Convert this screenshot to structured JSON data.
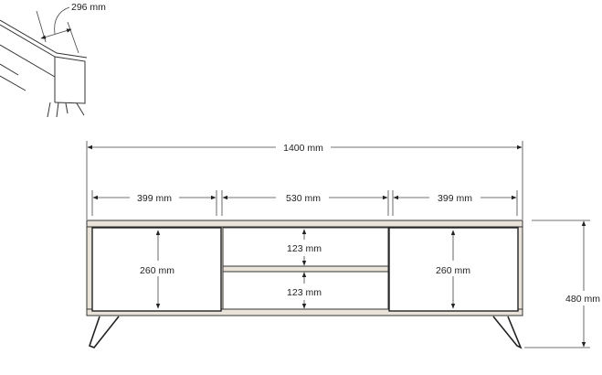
{
  "dimensions": {
    "depth": "296 mm",
    "total_width": "1400 mm",
    "left_cabinet_width": "399 mm",
    "middle_width": "530 mm",
    "right_cabinet_width": "399 mm",
    "upper_shelf_height": "123 mm",
    "lower_shelf_height": "123 mm",
    "left_door_height": "260 mm",
    "right_door_height": "260 mm",
    "total_height": "480 mm"
  }
}
